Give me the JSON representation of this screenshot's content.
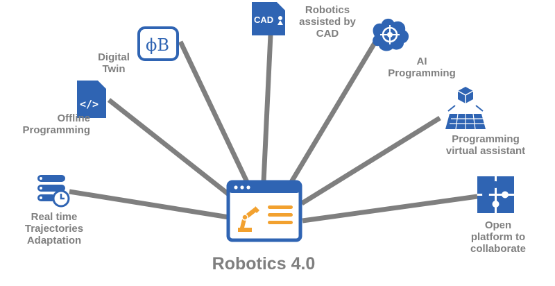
{
  "title": "Robotics 4.0",
  "colors": {
    "line": "#7f7f7f",
    "icon_blue": "#2f64b3",
    "accent_orange": "#f2a12f",
    "text": "#7f7f7f"
  },
  "nodes": [
    {
      "id": "cad",
      "label": "Robotics\nassisted by\nCAD",
      "icon": "cad-file-icon"
    },
    {
      "id": "digital",
      "label": "Digital\nTwin",
      "icon": "digital-twin-icon"
    },
    {
      "id": "ai",
      "label": "AI\nProgramming",
      "icon": "brain-target-icon"
    },
    {
      "id": "offline",
      "label": "Offline\nProgramming",
      "icon": "code-file-icon"
    },
    {
      "id": "virtual",
      "label": "Programming\nvirtual assistant",
      "icon": "hologram-cube-icon"
    },
    {
      "id": "realtime",
      "label": "Real time\nTrajectories\nAdaptation",
      "icon": "server-clock-icon"
    },
    {
      "id": "open",
      "label": "Open\nplatform to\ncollaborate",
      "icon": "puzzle-icon"
    }
  ],
  "center_icon": "robot-arm-window-icon"
}
